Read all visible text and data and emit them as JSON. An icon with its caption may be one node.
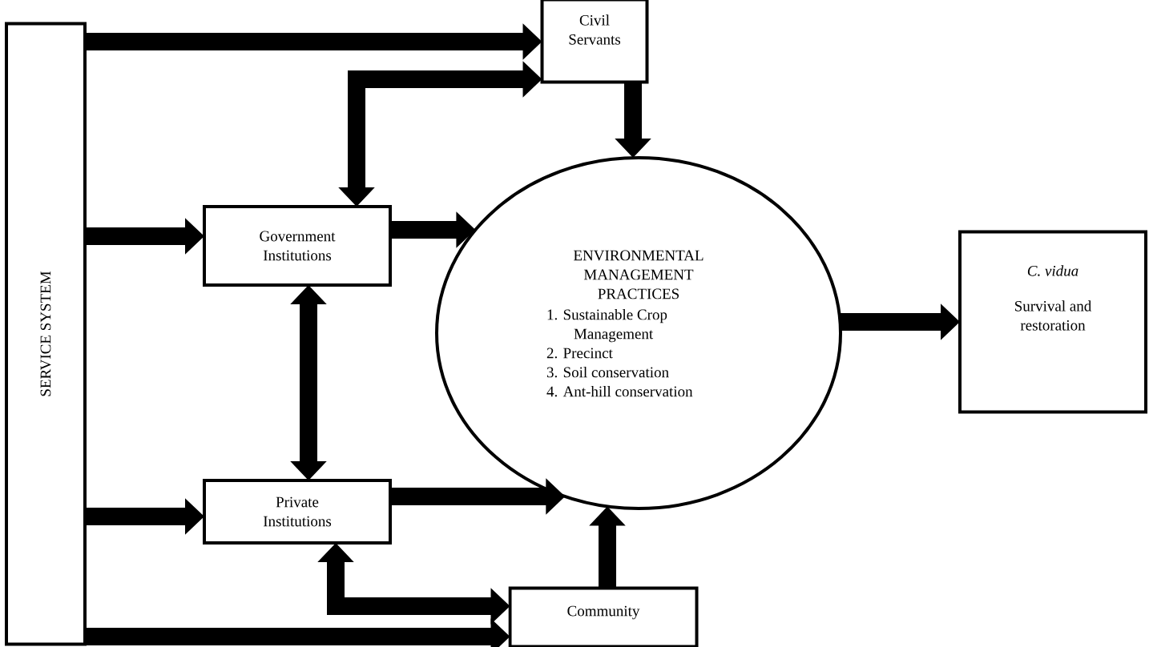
{
  "diagram": {
    "nodes": [
      {
        "text": [
          "SERVICE SYSTEM"
        ]
      },
      {
        "text": [
          "Civil Servants"
        ]
      },
      {
        "text": [
          "Government Institutions"
        ]
      },
      {
        "text": [
          "ENVIRONMENTAL MANAGEMENT PRACTICES",
          "1. Sustainable Crop Management",
          "2. Precinct",
          "3. Soil conservation",
          "4. Ant-hill conservation"
        ]
      },
      {
        "text": [
          "C. vidua",
          "Survival and restoration"
        ]
      },
      {
        "text": [
          "Private Institutions"
        ]
      },
      {
        "text": [
          "Community"
        ]
      }
    ],
    "edges": [
      {
        "from": 0,
        "to": 1,
        "arrow": "to"
      },
      {
        "from": 2,
        "to": 1,
        "arrow": "both"
      },
      {
        "from": 1,
        "to": 3,
        "arrow": "to"
      },
      {
        "from": 0,
        "to": 2,
        "arrow": "to"
      },
      {
        "from": 2,
        "to": 3,
        "arrow": "to"
      },
      {
        "from": 2,
        "to": 5,
        "arrow": "both"
      },
      {
        "from": 0,
        "to": 5,
        "arrow": "to"
      },
      {
        "from": 5,
        "to": 3,
        "arrow": "to"
      },
      {
        "from": 5,
        "to": 6,
        "arrow": "both"
      },
      {
        "from": 0,
        "to": 6,
        "arrow": "to"
      },
      {
        "from": 6,
        "to": 3,
        "arrow": "to"
      },
      {
        "from": 3,
        "to": 4,
        "arrow": "to"
      }
    ]
  }
}
